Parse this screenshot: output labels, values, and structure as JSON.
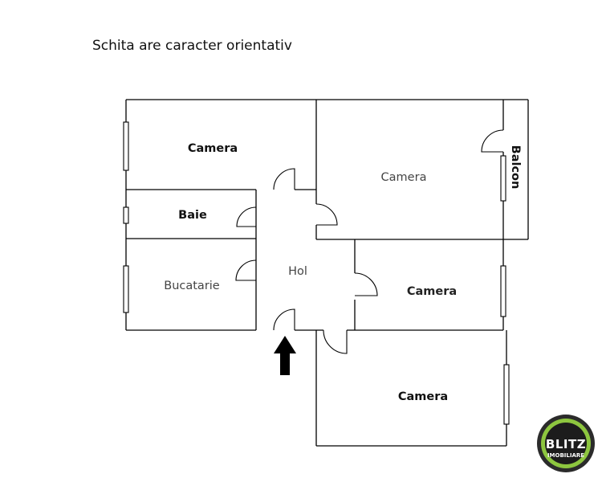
{
  "title": "Schita are caracter orientativ",
  "rooms": {
    "camera_top_left": "Camera",
    "camera_top_right": "Camera",
    "baie": "Baie",
    "bucatarie": "Bucatarie",
    "hol": "Hol",
    "camera_middle_right": "Camera",
    "camera_bottom": "Camera",
    "balcon": "Balcon"
  },
  "entrance": {
    "icon": "up-arrow-icon"
  },
  "logo": {
    "name": "BLITZ",
    "sub": "IMOBILIARE",
    "colors": {
      "ring_outer": "#2b2b2b",
      "ring_green": "#8dc63f",
      "inner": "#1c1c1c",
      "text": "#ffffff"
    }
  }
}
